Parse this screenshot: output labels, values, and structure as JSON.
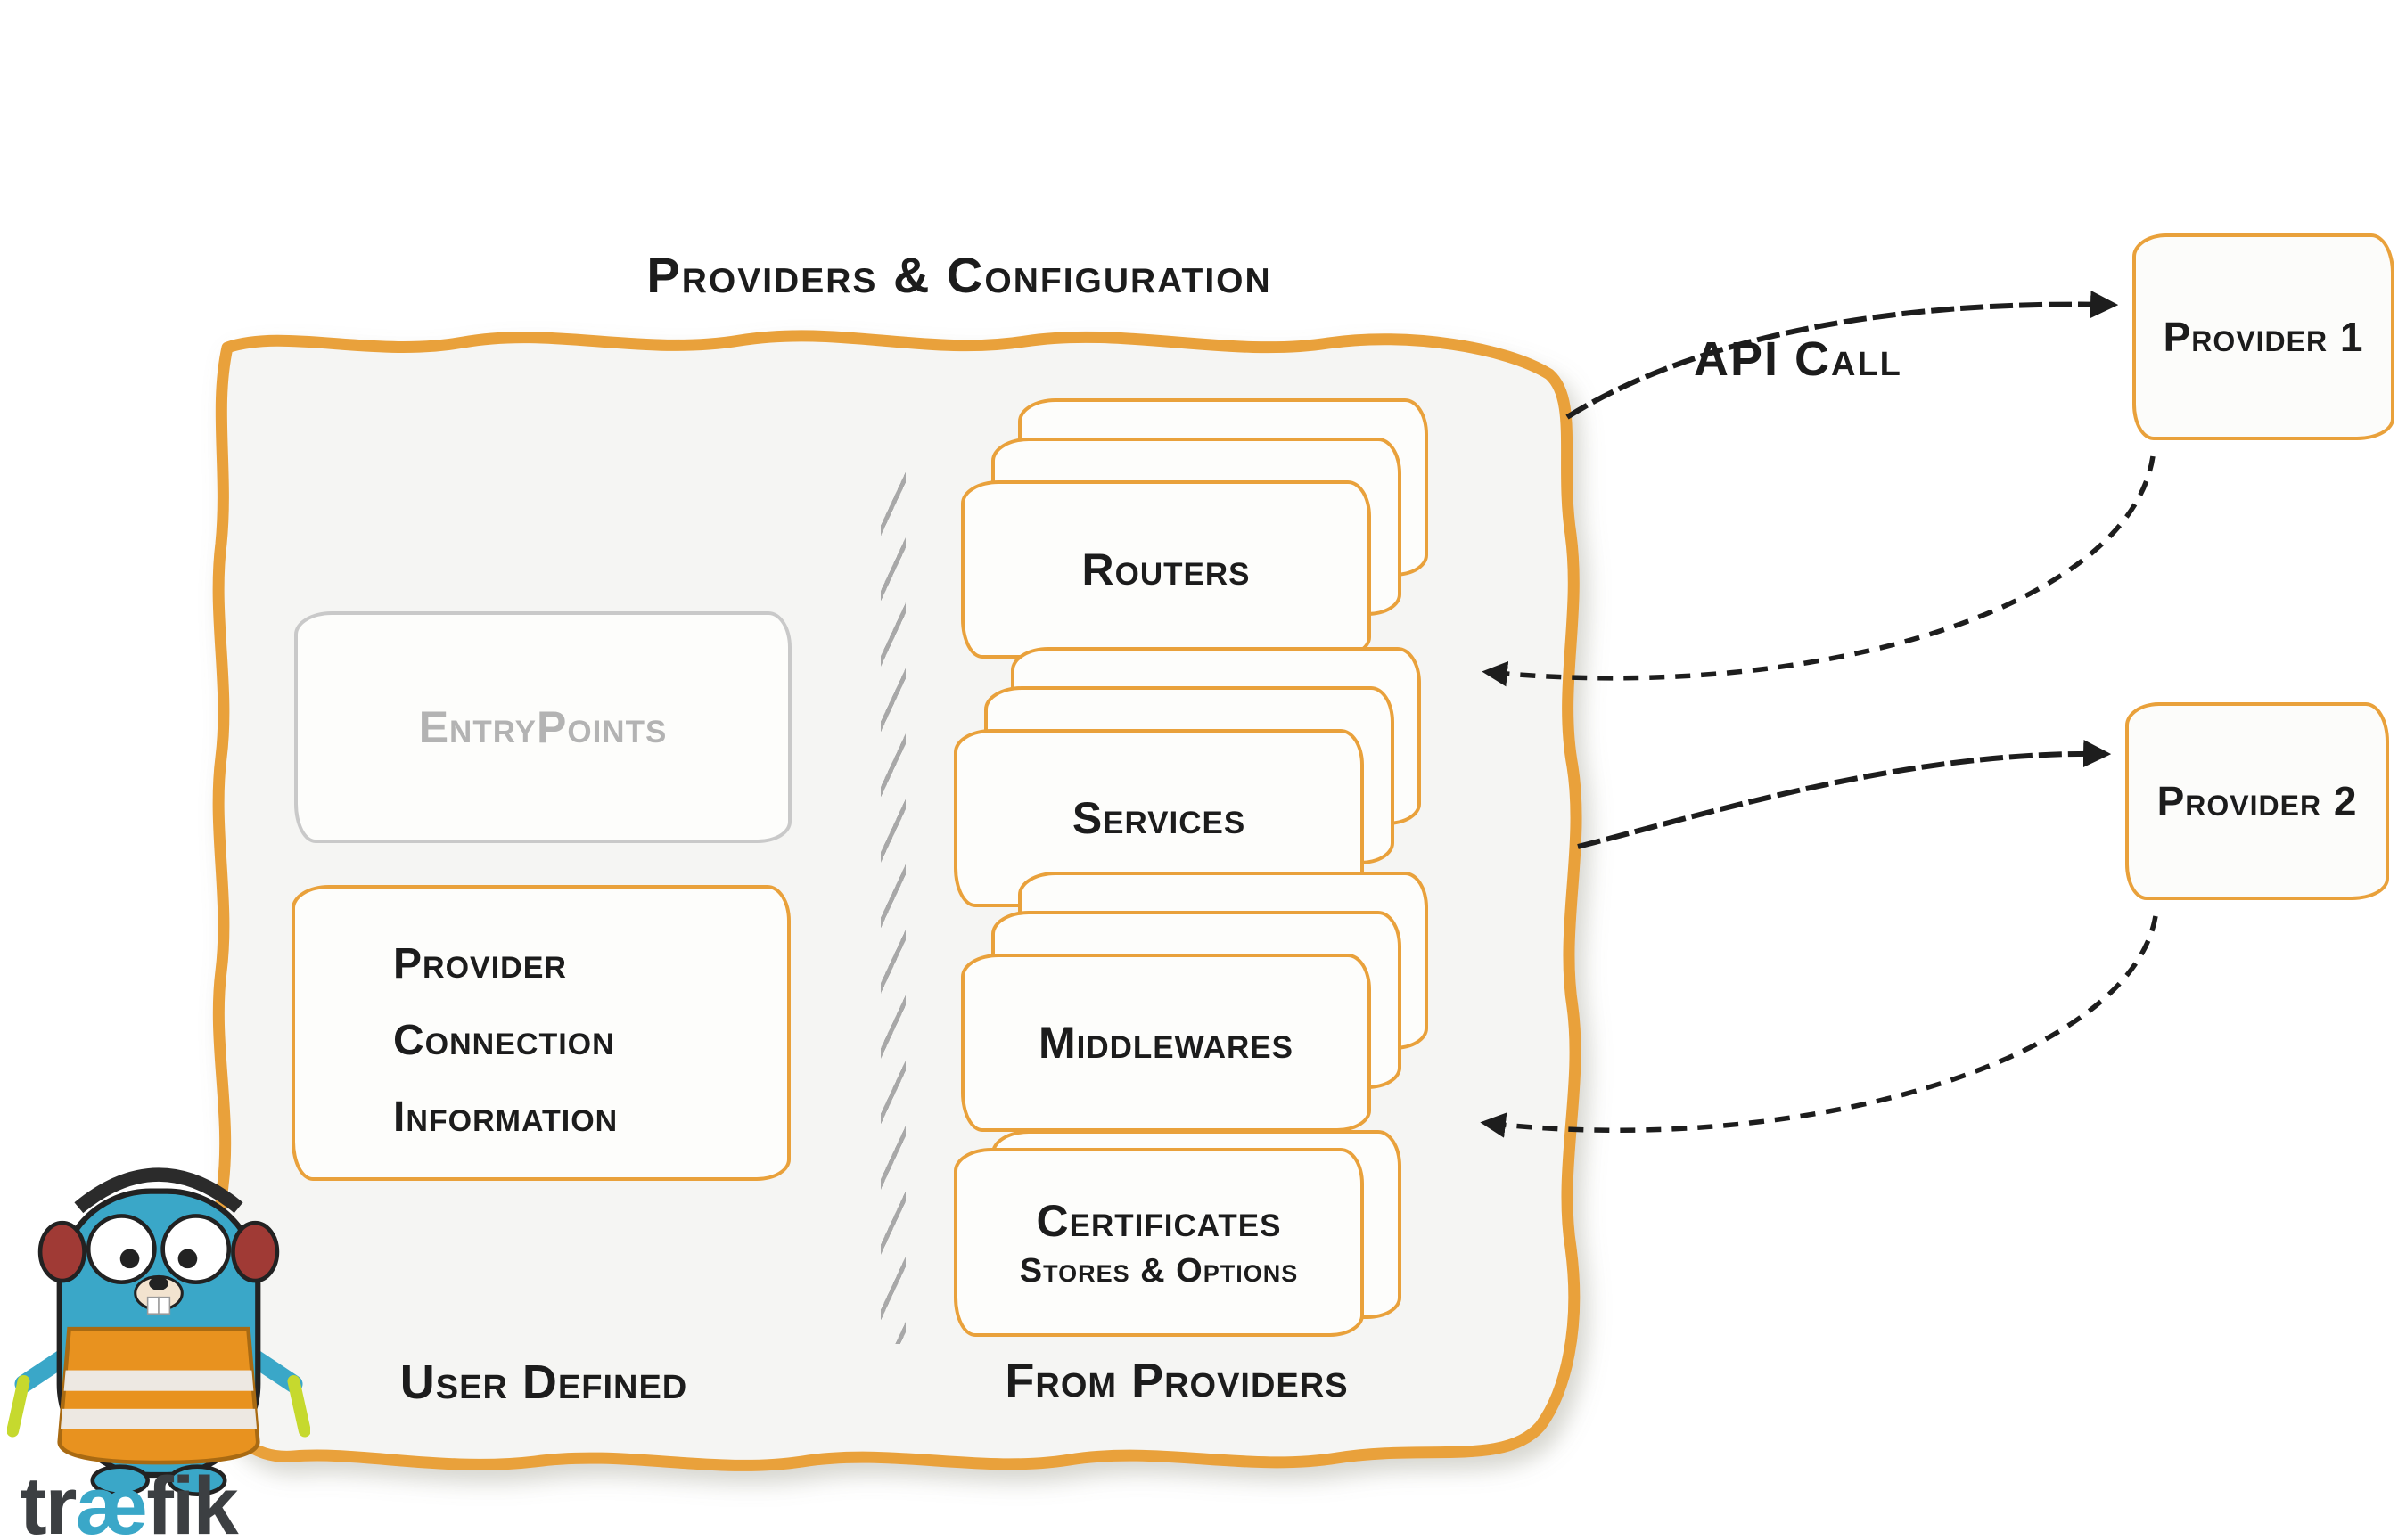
{
  "title": "Providers & Configuration",
  "api_call_label": "API Call",
  "panel": {
    "user_defined": {
      "entrypoints_label": "EntryPoints",
      "provider_connection_lines": [
        "Provider",
        "Connection",
        "Information"
      ],
      "section_label": "User Defined"
    },
    "from_providers": {
      "stacks": [
        "Routers",
        "Services",
        "Middlewares"
      ],
      "certificates_title": "Certificates",
      "certificates_subtitle": "Stores & Options",
      "section_label": "From Providers"
    }
  },
  "providers": [
    {
      "label": "Provider 1"
    },
    {
      "label": "Provider 2"
    }
  ],
  "logo": {
    "wordmark_prefix": "tr",
    "wordmark_ligature": "æ",
    "wordmark_suffix": "fik"
  },
  "colors": {
    "orange": "#E9A13B",
    "panel_fill": "#F5F5F3",
    "card_fill": "#FDFDFB",
    "ink": "#1C1C1C",
    "muted_gray": "#B3B3B3",
    "divider_gray": "#9B9B9B",
    "logo_teal": "#3AA7C8",
    "logo_vest_orange": "#E8921F",
    "wordmark_dark": "#3C3F42"
  }
}
